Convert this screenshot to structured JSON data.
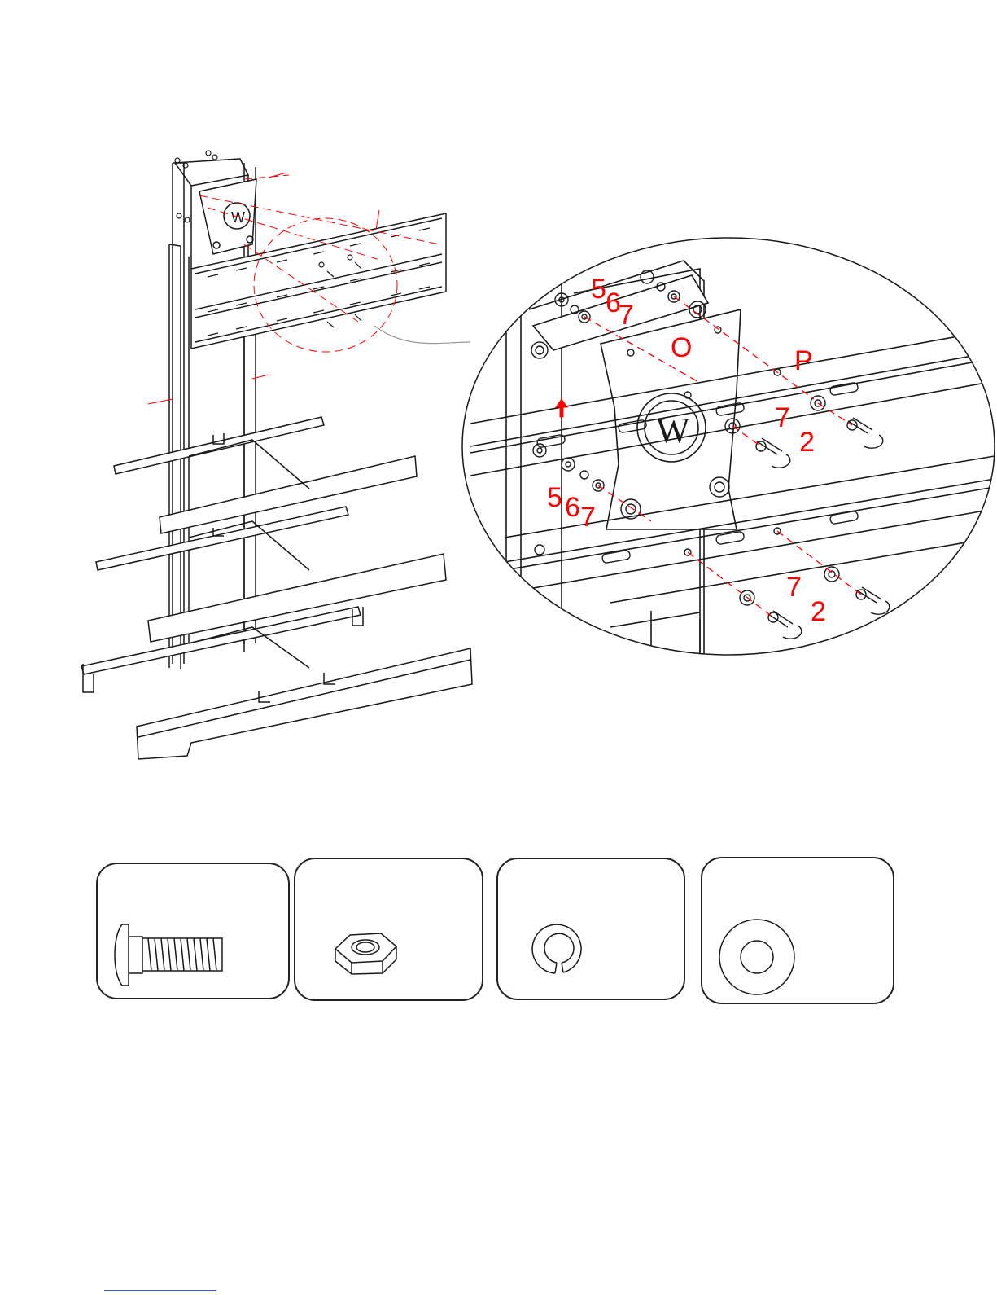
{
  "diagram": {
    "colors": {
      "line": "#1a1a1a",
      "accent": "#ff0000",
      "link": "#3b5bdb"
    },
    "logo_letter": "W",
    "callouts": [
      {
        "id": "lbl-5a",
        "text": "5"
      },
      {
        "id": "lbl-6a",
        "text": "6"
      },
      {
        "id": "lbl-7a",
        "text": "7"
      },
      {
        "id": "lbl-O",
        "text": "O"
      },
      {
        "id": "lbl-P",
        "text": "P"
      },
      {
        "id": "lbl-7b",
        "text": "7"
      },
      {
        "id": "lbl-2a",
        "text": "2"
      },
      {
        "id": "lbl-5b",
        "text": "5"
      },
      {
        "id": "lbl-6b",
        "text": "6"
      },
      {
        "id": "lbl-7c",
        "text": "7"
      },
      {
        "id": "lbl-7d",
        "text": "7"
      },
      {
        "id": "lbl-2b",
        "text": "2"
      }
    ],
    "hardware": [
      {
        "icon": "bolt-icon"
      },
      {
        "icon": "hex-nut-icon"
      },
      {
        "icon": "spring-washer-icon"
      },
      {
        "icon": "flat-washer-icon"
      }
    ]
  }
}
